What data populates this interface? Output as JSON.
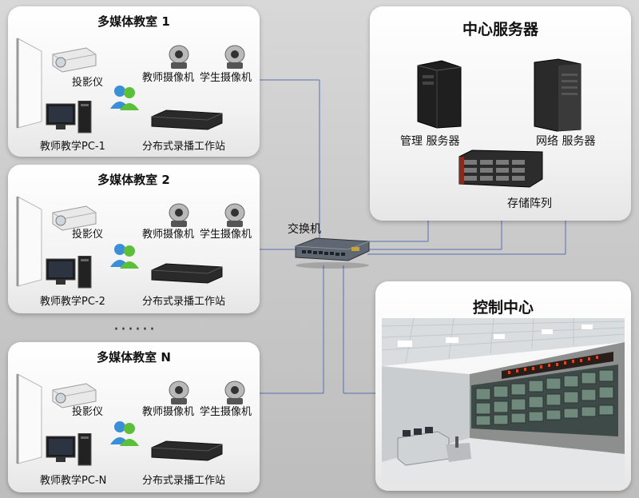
{
  "rooms": [
    {
      "title": "多媒体教室 1",
      "projector": "投影仪",
      "teacher_cam": "教师摄像机",
      "student_cam": "学生摄像机",
      "pc": "教师教学PC-1",
      "recorder": "分布式录播工作站"
    },
    {
      "title": "多媒体教室 2",
      "projector": "投影仪",
      "teacher_cam": "教师摄像机",
      "student_cam": "学生摄像机",
      "pc": "教师教学PC-2",
      "recorder": "分布式录播工作站"
    },
    {
      "title": "多媒体教室 N",
      "projector": "投影仪",
      "teacher_cam": "教师摄像机",
      "student_cam": "学生摄像机",
      "pc": "教师教学PC-N",
      "recorder": "分布式录播工作站"
    }
  ],
  "ellipsis": "······",
  "switch_label": "交换机",
  "servers": {
    "title": "中心服务器",
    "mgmt_label": "管理 服务器",
    "net_label": "网络 服务器",
    "storage_label": "存储阵列"
  },
  "control": {
    "title": "控制中心"
  },
  "colors": {
    "link_line": "#5a6fb0",
    "panel_bg": "#f4f4f4",
    "screen_wall": "#6b7a6a",
    "led_text": "#d23a1a"
  }
}
